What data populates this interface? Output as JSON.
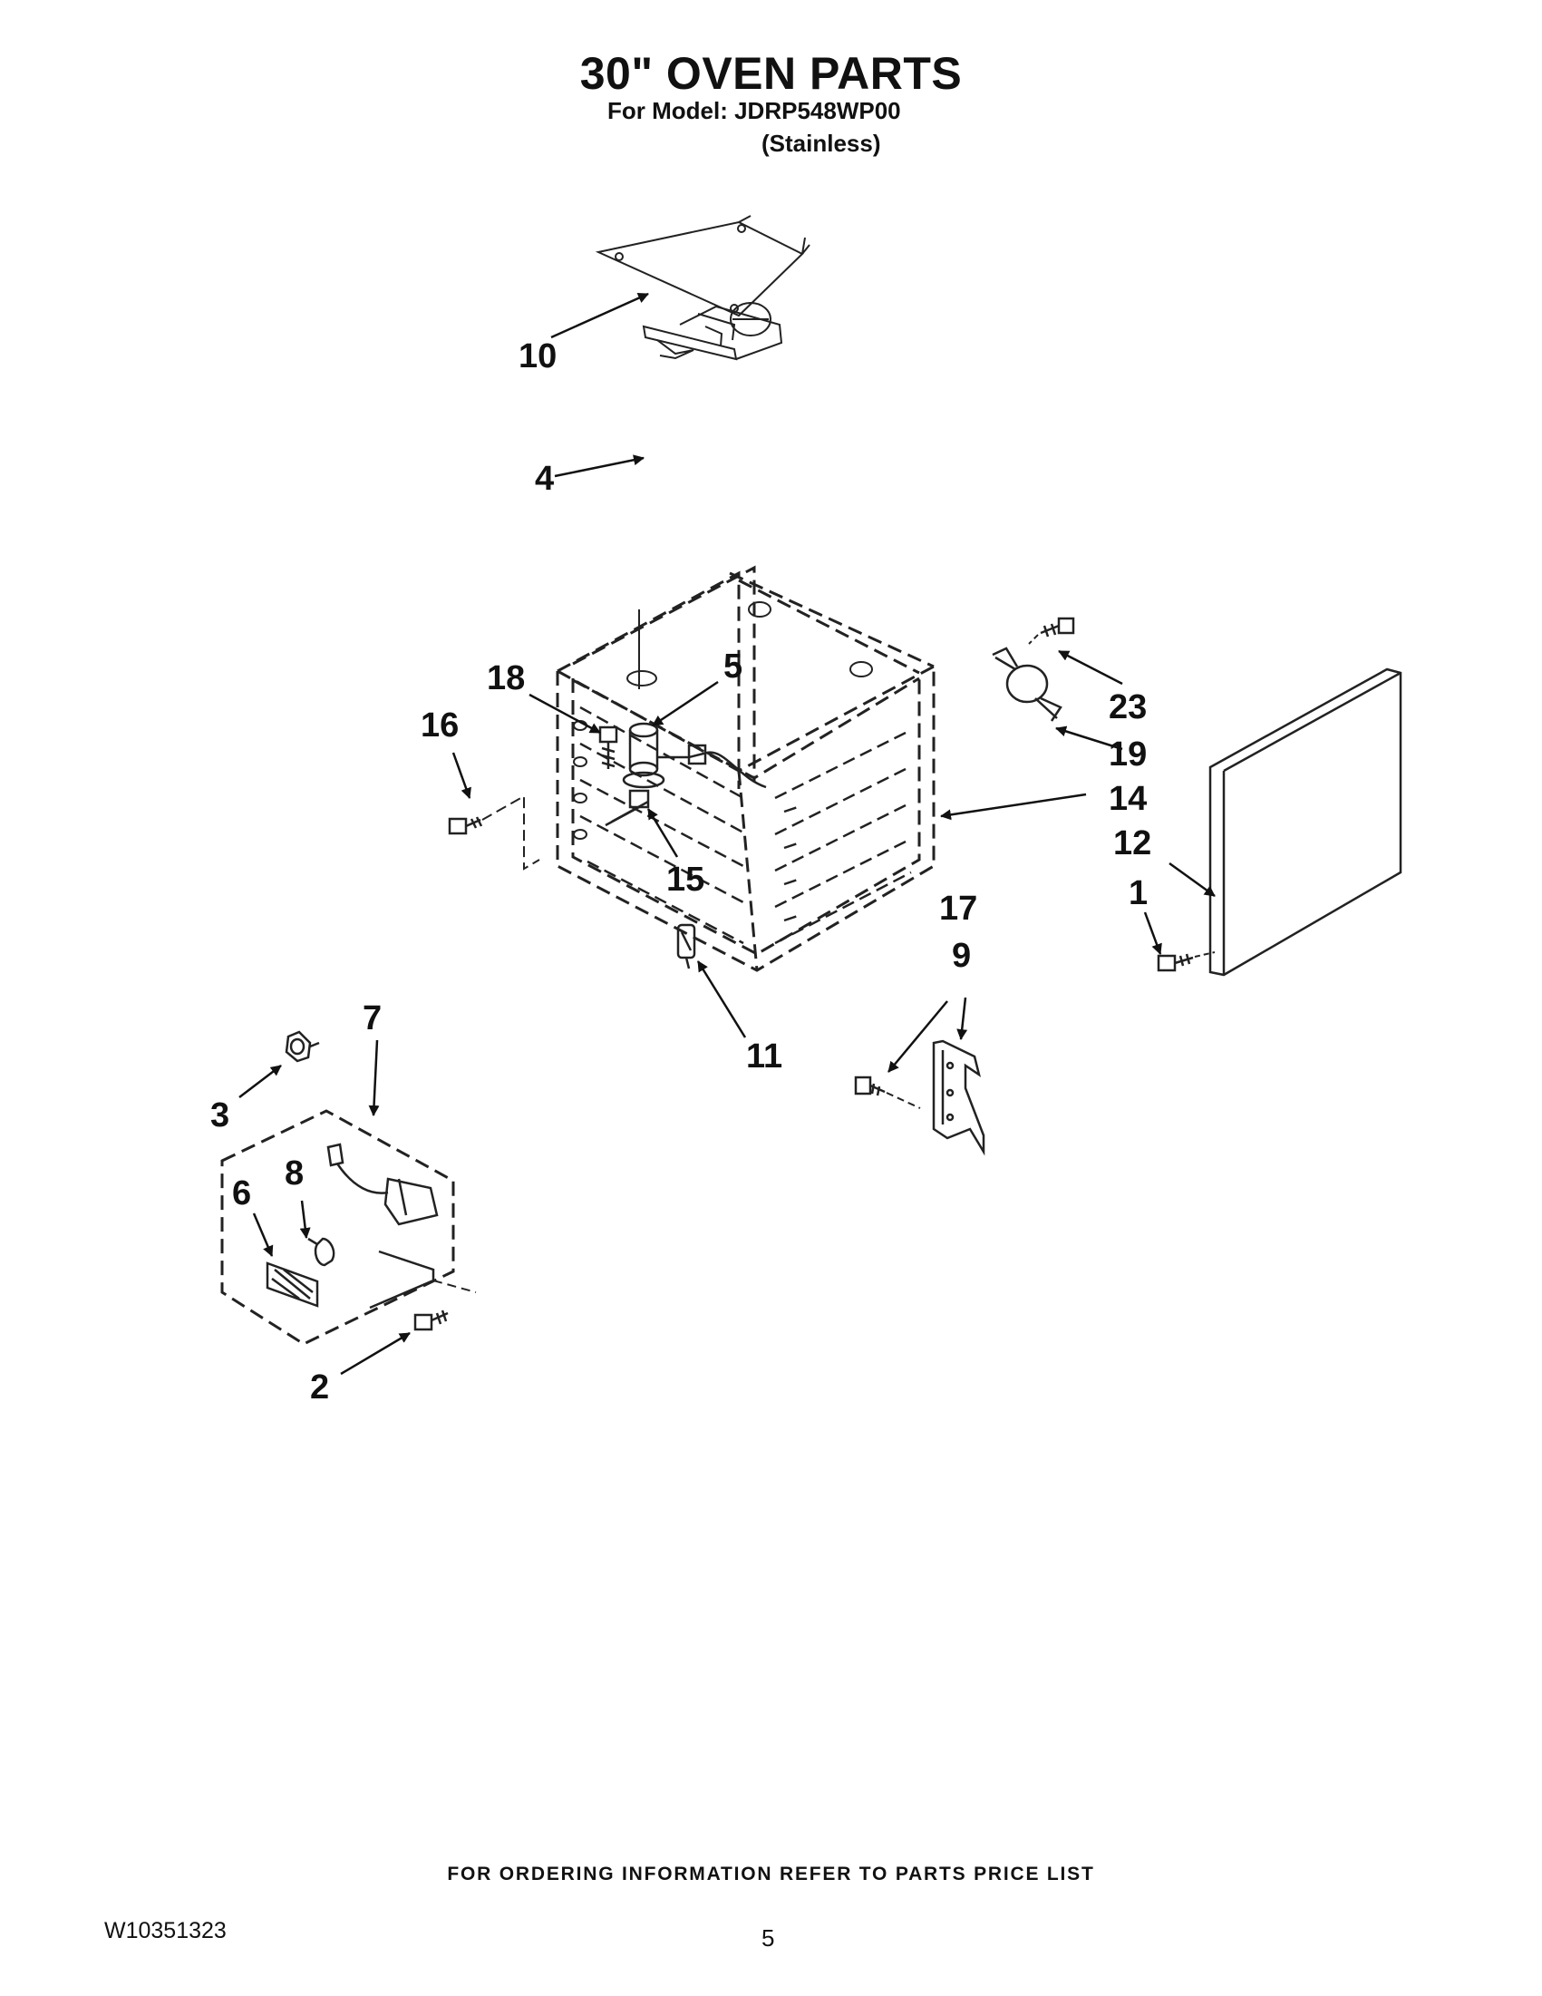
{
  "header": {
    "title": "30\" OVEN PARTS",
    "model": "For Model: JDRP548WP00",
    "variant": "(Stainless)"
  },
  "callouts": {
    "c10": "10",
    "c4": "4",
    "c5": "5",
    "c18": "18",
    "c16": "16",
    "c15": "15",
    "c23": "23",
    "c19": "19",
    "c14": "14",
    "c12": "12",
    "c1": "1",
    "c17": "17",
    "c9": "9",
    "c11": "11",
    "c7": "7",
    "c3": "3",
    "c8": "8",
    "c6": "6",
    "c2": "2"
  },
  "footer": {
    "ordering": "FOR ORDERING INFORMATION REFER TO PARTS PRICE LIST",
    "doc_number": "W10351323",
    "page_number": "5"
  }
}
